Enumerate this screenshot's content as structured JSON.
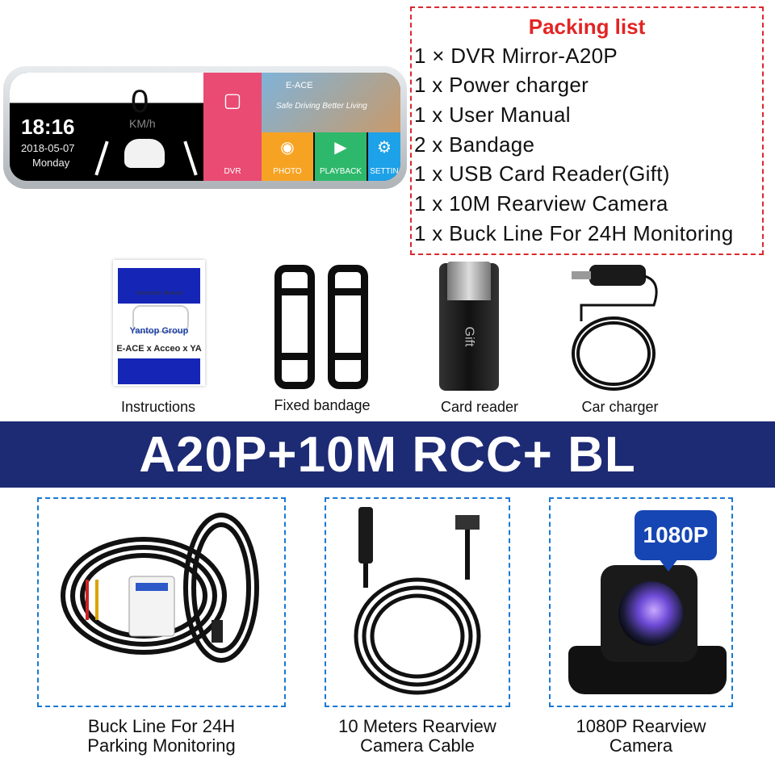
{
  "mirror": {
    "speed": "0",
    "speed_unit": "KM/h",
    "time": "18:16",
    "date": "2018-05-07",
    "day": "Monday",
    "tiles": {
      "dvr": "DVR",
      "photo": "PHOTO",
      "playback": "PLAYBACK",
      "settings": "SETTIN"
    },
    "brand": "E-ACE",
    "slogan": "Safe Driving Better Living"
  },
  "packing_list": {
    "title": "Packing list",
    "items": [
      "1 × DVR Mirror-A20P",
      "1 x Power charger",
      "1 x User Manual",
      "2 x Bandage",
      "1 x USB Card Reader(Gift)",
      "1 x 10M Rearview Camera",
      "1 x Buck Line For 24H Monitoring"
    ]
  },
  "accessories": {
    "manual": {
      "heading": "Instruction Manual",
      "group": "Yantop Group",
      "logos": "E-ACE x Acceo x YA",
      "label": "Instructions"
    },
    "bandage": {
      "label": "Fixed bandage"
    },
    "card_reader": {
      "text": "Gift",
      "label": "Card reader"
    },
    "car_charger": {
      "label": "Car charger"
    }
  },
  "banner": {
    "title": "A20P+10M RCC+ BL"
  },
  "bottom_items": {
    "buck_line": {
      "line1": "Buck Line For 24H",
      "line2": "Parking Monitoring"
    },
    "cable": {
      "line1": "10 Meters Rearview",
      "line2": "Camera Cable"
    },
    "camera": {
      "line1": "1080P Rearview",
      "line2": "Camera",
      "badge": "1080P"
    }
  },
  "colors": {
    "banner": "#1d2a74",
    "packing_title": "#e32424",
    "card_border": "#1a78d4",
    "badge": "#1646b3"
  }
}
